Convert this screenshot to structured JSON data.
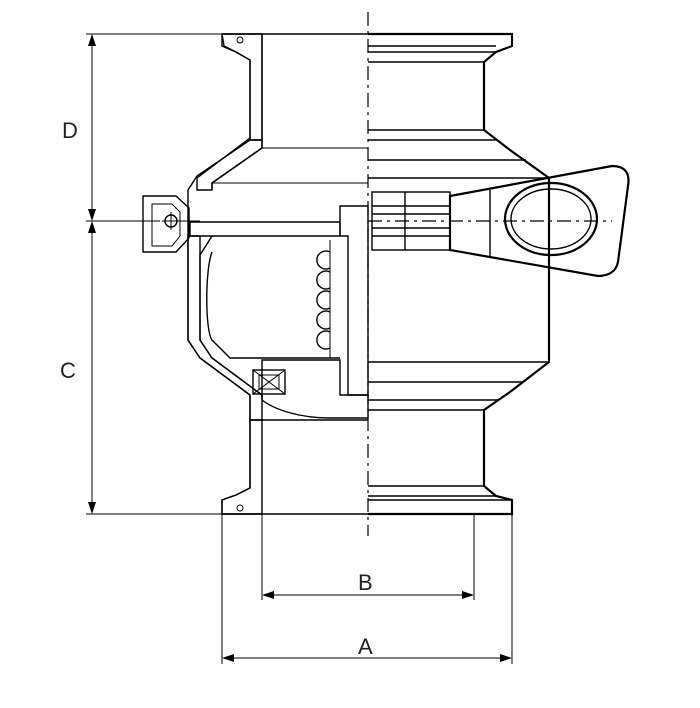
{
  "dimensions": {
    "a_label": "A",
    "b_label": "B",
    "c_label": "C",
    "d_label": "D"
  }
}
